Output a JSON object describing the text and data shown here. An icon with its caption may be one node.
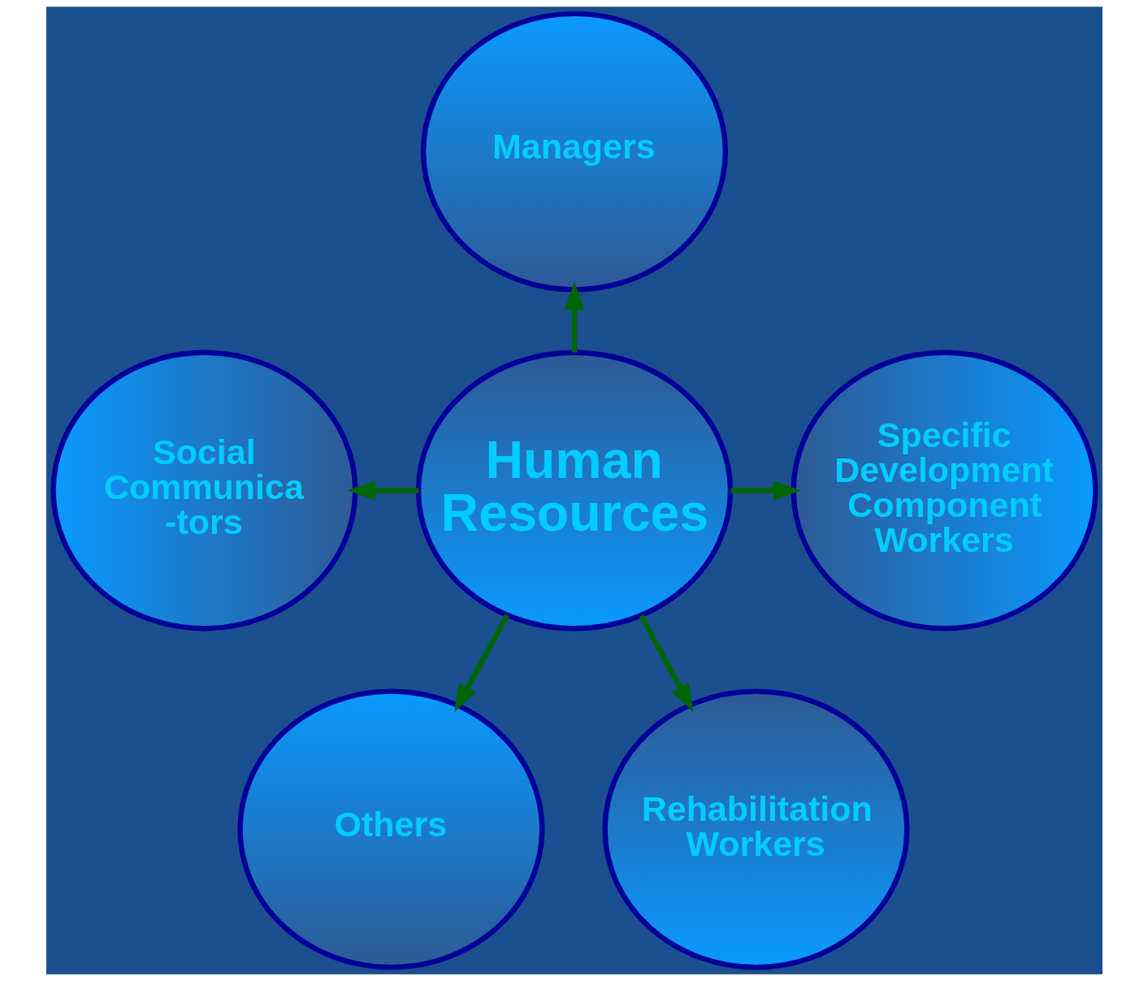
{
  "diagram": {
    "nodes": [
      {
        "text": [
          "Managers"
        ]
      },
      {
        "text": [
          "Social Communica -tors"
        ]
      },
      {
        "text": [
          "Human Resources"
        ]
      },
      {
        "text": [
          "Specific Development Component Workers"
        ]
      },
      {
        "text": [
          "Others"
        ]
      },
      {
        "text": [
          "Rehabilitation Workers"
        ]
      }
    ],
    "edges": [
      {
        "from": 2,
        "to": 0,
        "arrow": "to"
      },
      {
        "from": 2,
        "to": 1,
        "arrow": "to"
      },
      {
        "from": 2,
        "to": 3,
        "arrow": "to"
      },
      {
        "from": 2,
        "to": 4,
        "arrow": "to"
      },
      {
        "from": 2,
        "to": 5,
        "arrow": "to"
      }
    ]
  }
}
